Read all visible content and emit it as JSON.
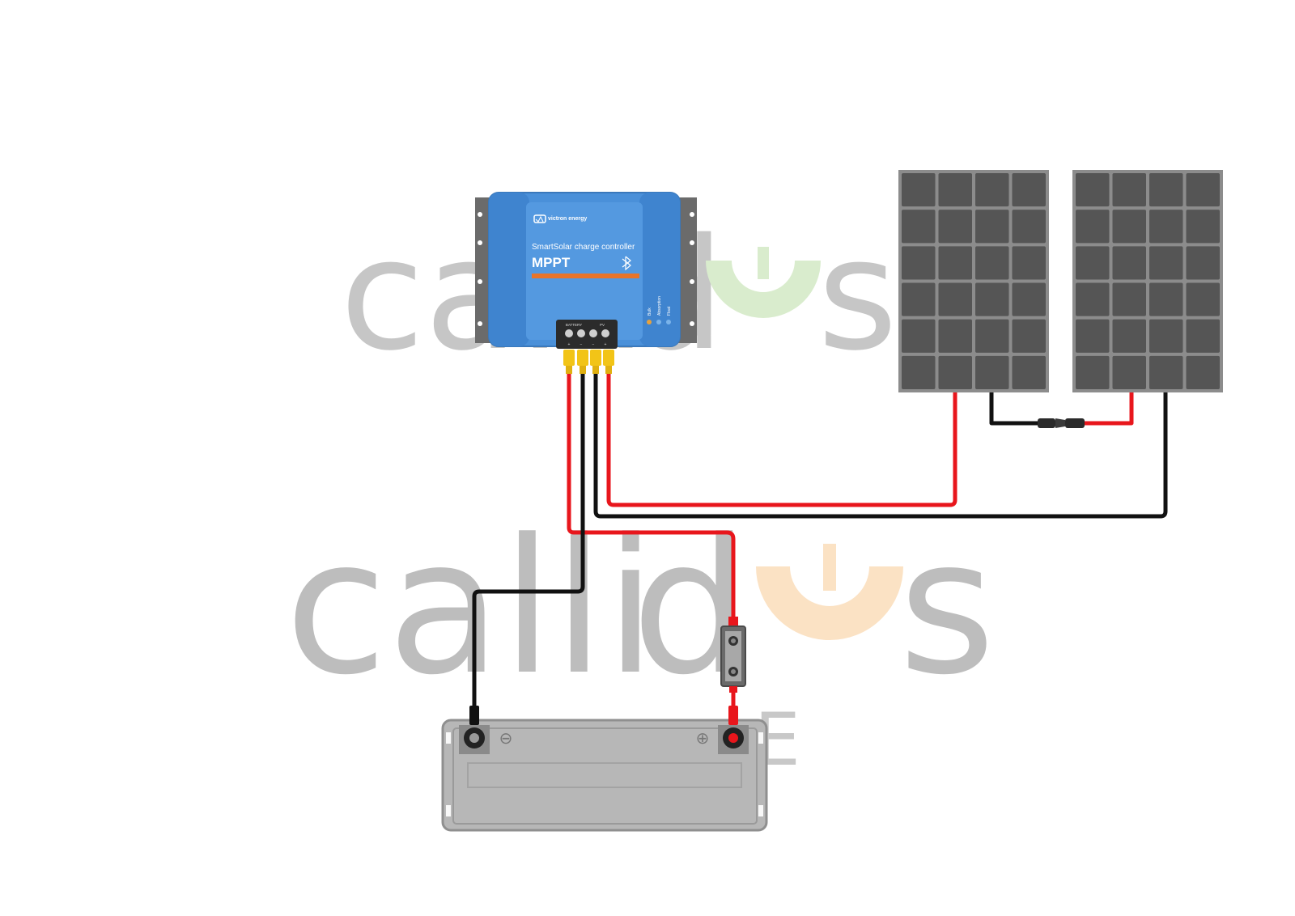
{
  "watermark": {
    "text_main": "calli",
    "text_d": "d",
    "text_s": "s",
    "text_e": "E",
    "colors": {
      "grey": "#bdbdbd",
      "green": "#d8eccb",
      "orange": "#fbe2c4"
    }
  },
  "controller": {
    "brand": "victron energy",
    "title": "SmartSolar charge controller",
    "model": "MPPT",
    "led_labels": [
      "Bulk",
      "Absorption",
      "Float"
    ],
    "terminal_labels": {
      "battery": "BATTERY",
      "pv": "PV"
    },
    "terminal_polarity": [
      "+",
      "−",
      "−",
      "+"
    ],
    "icons": [
      "bluetooth-icon",
      "victron-logo-icon"
    ],
    "colors": {
      "body": "#4a90d9",
      "stripe": "#e8742a",
      "bracket": "#6b6b6b"
    }
  },
  "solar_panels": {
    "count": 2,
    "rows": 6,
    "cols": 4,
    "colors": {
      "cell": "#555555",
      "frame": "#8c8c8c"
    }
  },
  "battery": {
    "negative_symbol": "⊖",
    "positive_symbol": "⊕",
    "colors": {
      "body": "#b7b7b7",
      "frame": "#8f8f8f"
    }
  },
  "wires": {
    "colors": {
      "positive": "#e8161c",
      "negative": "#111111"
    }
  }
}
